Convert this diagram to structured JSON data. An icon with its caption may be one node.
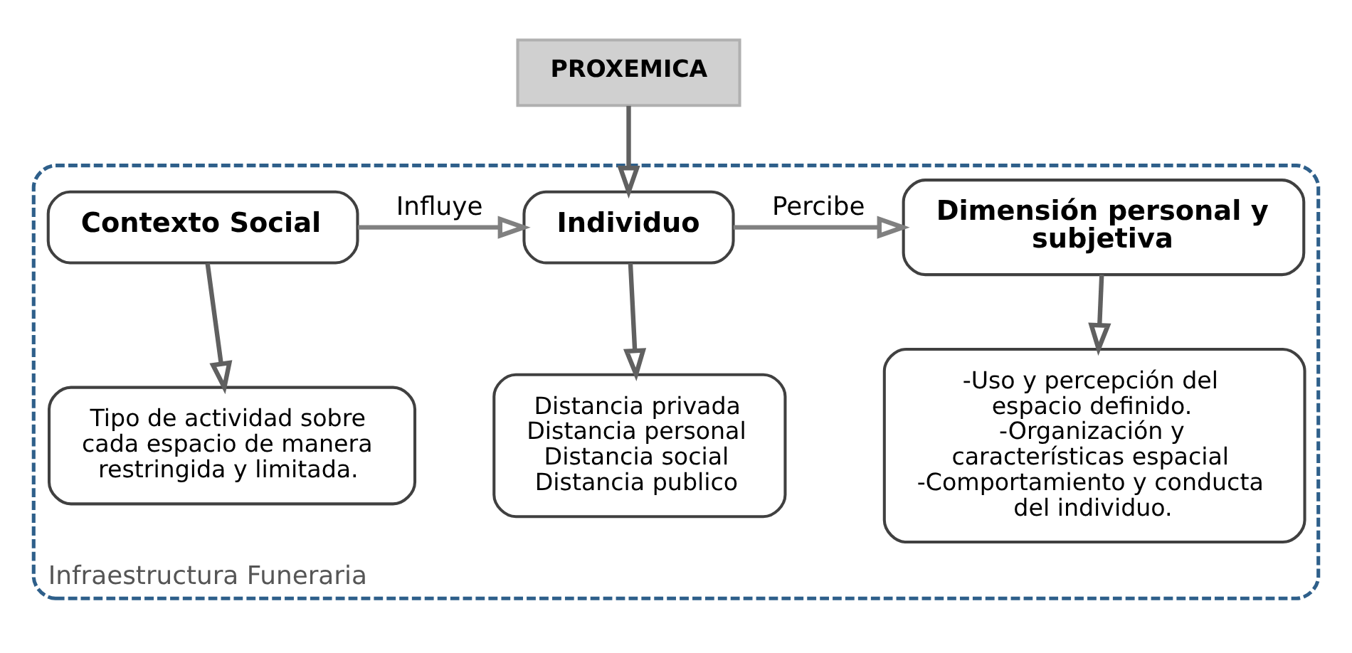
{
  "diagram": {
    "nodes": [
      {
        "text": [
          "Infraestructura Funeraria"
        ]
      },
      {
        "text": [
          "PROXEMICA"
        ]
      },
      {
        "text": [
          "Contexto Social"
        ],
        "in": 0
      },
      {
        "text": [
          "Individuo"
        ],
        "in": 0
      },
      {
        "text": [
          "Dimensión personal y subjetiva"
        ],
        "in": 0
      },
      {
        "text": [
          "Tipo de actividad sobre cada espacio de manera restringida y limitada."
        ],
        "in": 0
      },
      {
        "text": [
          "Distancia privada",
          "Distancia personal",
          "Distancia social",
          "Distancia publico"
        ],
        "in": 0
      },
      {
        "text": [
          "-Uso y percepción del espacio definido.",
          "-Organización y características espacial",
          "-Comportamiento y conducta del individuo."
        ],
        "in": 0
      }
    ],
    "edges": [
      {
        "from": 1,
        "to": 3,
        "arrow": "to"
      },
      {
        "from": 2,
        "to": 3,
        "arrow": "to",
        "label": "Influye",
        "color": "#808080"
      },
      {
        "from": 3,
        "to": 4,
        "arrow": "to",
        "label": "Percibe",
        "color": "#808080"
      },
      {
        "from": 2,
        "to": 5,
        "arrow": "to"
      },
      {
        "from": 3,
        "to": 6,
        "arrow": "to"
      },
      {
        "from": 4,
        "to": 7,
        "arrow": "to"
      }
    ]
  }
}
